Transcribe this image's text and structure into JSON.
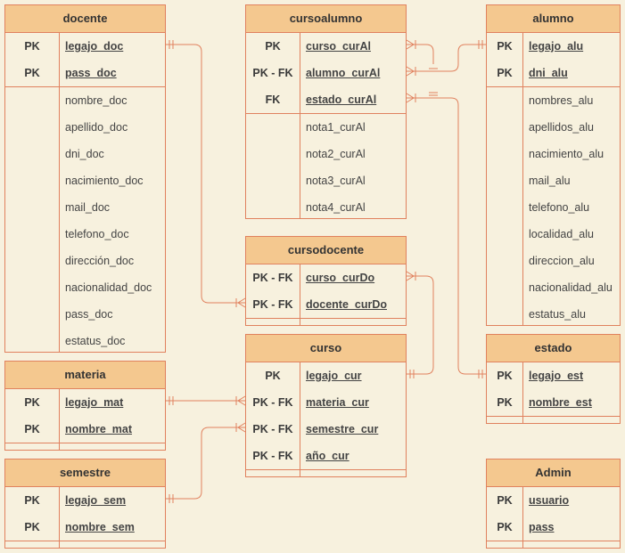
{
  "entities": {
    "docente": {
      "title": "docente",
      "keys": [
        {
          "k": "PK",
          "n": "legajo_doc"
        },
        {
          "k": "PK",
          "n": "pass_doc"
        }
      ],
      "attrs": [
        "nombre_doc",
        "apellido_doc",
        "dni_doc",
        "nacimiento_doc",
        "mail_doc",
        "telefono_doc",
        "dirección_doc",
        "nacionalidad_doc",
        "pass_doc",
        "estatus_doc"
      ]
    },
    "cursoalumno": {
      "title": "cursoalumno",
      "keys": [
        {
          "k": "PK",
          "n": "curso_curAl"
        },
        {
          "k": "PK - FK",
          "n": "alumno_curAl"
        },
        {
          "k": "FK",
          "n": "estado_curAl"
        }
      ],
      "attrs": [
        "nota1_curAl",
        "nota2_curAl",
        "nota3_curAl",
        "nota4_curAl"
      ]
    },
    "alumno": {
      "title": "alumno",
      "keys": [
        {
          "k": "PK",
          "n": "legajo_alu"
        },
        {
          "k": "PK",
          "n": "dni_alu"
        }
      ],
      "attrs": [
        "nombres_alu",
        "apellidos_alu",
        "nacimiento_alu",
        "mail_alu",
        "telefono_alu",
        "localidad_alu",
        "direccion_alu",
        "nacionalidad_alu",
        "estatus_alu"
      ]
    },
    "cursodocente": {
      "title": "cursodocente",
      "keys": [
        {
          "k": "PK - FK",
          "n": "curso_curDo"
        },
        {
          "k": "PK - FK",
          "n": "docente_curDo"
        }
      ],
      "attrs": []
    },
    "curso": {
      "title": "curso",
      "keys": [
        {
          "k": "PK",
          "n": "legajo_cur"
        },
        {
          "k": "PK - FK",
          "n": "materia_cur"
        },
        {
          "k": "PK - FK",
          "n": "semestre_cur"
        },
        {
          "k": "PK - FK",
          "n": "año_cur"
        }
      ],
      "attrs": []
    },
    "estado": {
      "title": "estado",
      "keys": [
        {
          "k": "PK",
          "n": "legajo_est"
        },
        {
          "k": "PK",
          "n": "nombre_est"
        }
      ],
      "attrs": []
    },
    "materia": {
      "title": "materia",
      "keys": [
        {
          "k": "PK",
          "n": "legajo_mat"
        },
        {
          "k": "PK",
          "n": "nombre_mat"
        }
      ],
      "attrs": []
    },
    "semestre": {
      "title": "semestre",
      "keys": [
        {
          "k": "PK",
          "n": "legajo_sem"
        },
        {
          "k": "PK",
          "n": "nombre_sem"
        }
      ],
      "attrs": []
    },
    "admin": {
      "title": "Admin",
      "keys": [
        {
          "k": "PK",
          "n": "usuario"
        },
        {
          "k": "PK",
          "n": "pass"
        }
      ],
      "attrs": []
    }
  },
  "colors": {
    "header": "#f4c88f",
    "border": "#e0815e",
    "background": "#f7f1de",
    "line": "#e0815e"
  }
}
